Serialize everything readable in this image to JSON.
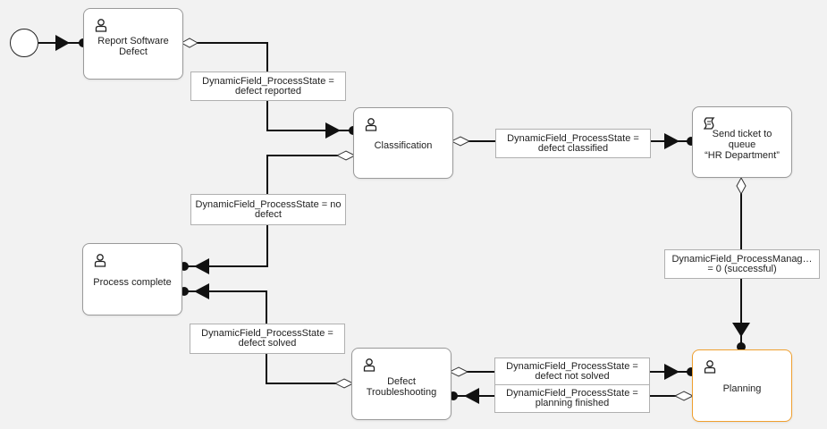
{
  "nodes": {
    "report": {
      "label": "Report Software\nDefect",
      "icon": "user-task-icon"
    },
    "classification": {
      "label": "Classification",
      "icon": "user-task-icon"
    },
    "send": {
      "label": "Send ticket to queue\n“HR Department”",
      "icon": "script-task-icon"
    },
    "process_complete": {
      "label": "Process complete",
      "icon": "user-task-icon"
    },
    "troubleshooting": {
      "label": "Defect\nTroubleshooting",
      "icon": "user-task-icon"
    },
    "planning": {
      "label": "Planning",
      "icon": "user-task-icon"
    }
  },
  "conditions": {
    "defect_reported": "DynamicField_ProcessState =\ndefect reported",
    "defect_classified": "DynamicField_ProcessState =\ndefect classified",
    "no_defect": "DynamicField_ProcessState = no\ndefect",
    "process_manag": "DynamicField_ProcessManag…\n= 0 (successful)",
    "defect_solved": "DynamicField_ProcessState =\ndefect solved",
    "defect_not_solved": "DynamicField_ProcessState =\ndefect not solved",
    "planning_finished": "DynamicField_ProcessState =\nplanning finished"
  },
  "colors": {
    "active_border": "#f0a030",
    "line": "#111111",
    "background": "#f2f2f2"
  }
}
